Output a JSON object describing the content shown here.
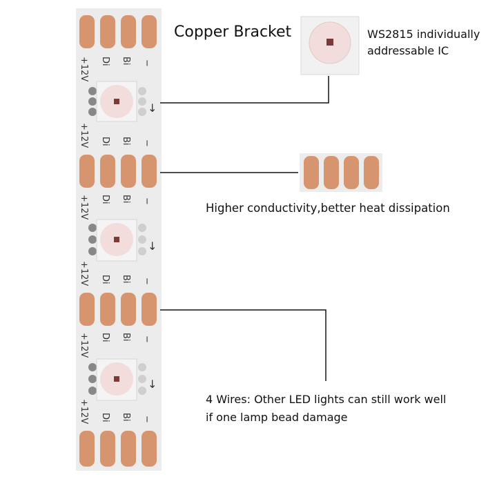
{
  "labels": {
    "copper_bracket": "Copper Bracket",
    "ic_line1": "WS2815 individually",
    "ic_line2": "addressable IC",
    "conductivity": "Higher conductivity,better heat dissipation",
    "wires_line1": "4 Wires: Other LED lights can still work well",
    "wires_line2": "if one lamp bead damage"
  },
  "pcb_marks": {
    "pin1": "+12V",
    "pin2": "Di",
    "pin3": "Bi",
    "pin4": "−",
    "arrow": "↓"
  },
  "colors": {
    "pcb": "#ececec",
    "pad": "#d7956f",
    "led_body": "#f2f2f2",
    "led_lens": "#f3dcdc",
    "chip": "#7a3a3a",
    "leader_line": "#111111"
  }
}
